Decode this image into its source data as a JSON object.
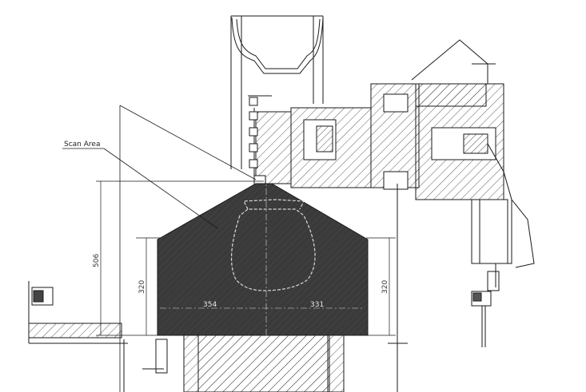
{
  "labels": {
    "scan_area": "Scan Area"
  },
  "dimensions": {
    "height_overall": "506",
    "height_left": "320",
    "height_right": "320",
    "width_left": "354",
    "width_right": "331"
  },
  "colors": {
    "scan_fill": "#3a3a3a",
    "line": "#1a1a1a",
    "background": "#ffffff"
  }
}
